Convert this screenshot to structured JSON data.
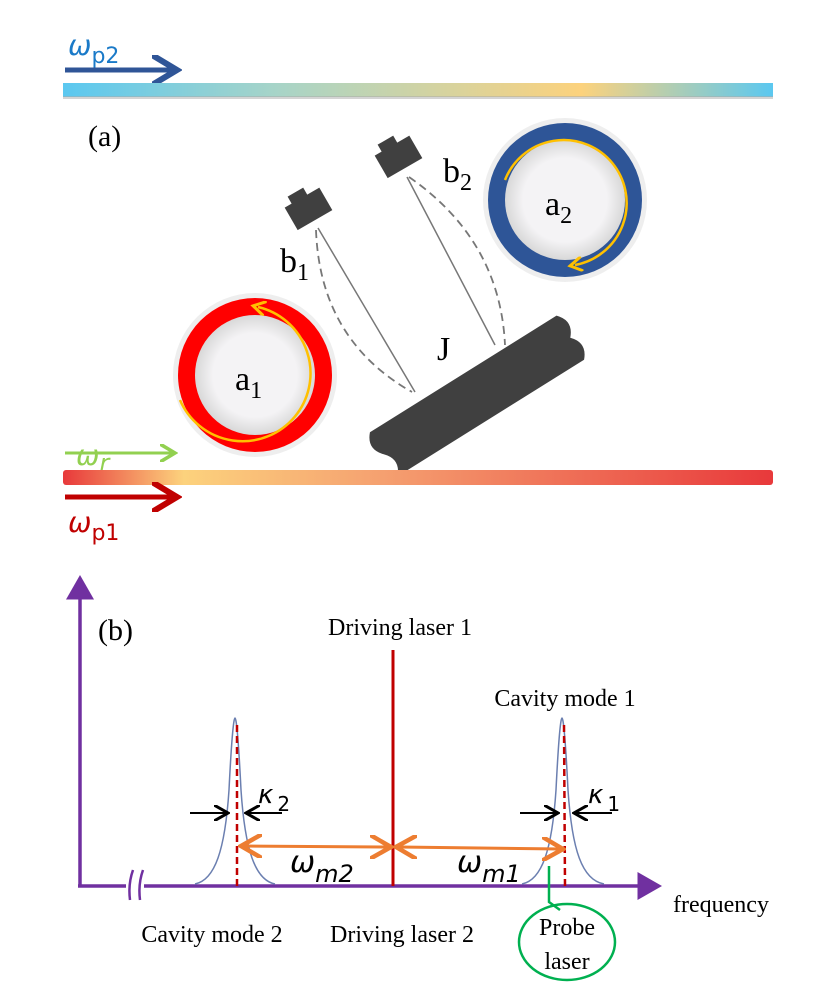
{
  "panel_a": {
    "label": "(a)",
    "pump2_label": {
      "main": "ω",
      "sub": "p2"
    },
    "probe_label": {
      "main": "ω",
      "sub": "r"
    },
    "pump1_label": {
      "main": "ω",
      "sub": "p1"
    },
    "cavity1_label": {
      "main": "a",
      "sub": "1"
    },
    "cavity2_label": {
      "main": "a",
      "sub": "2"
    },
    "mech1_label": {
      "main": "b",
      "sub": "1"
    },
    "mech2_label": {
      "main": "b",
      "sub": "2"
    },
    "coupling_label": "J"
  },
  "panel_b": {
    "label": "(b)",
    "x_axis_label": "frequency",
    "driving_laser_1": "Driving laser 1",
    "driving_laser_2": "Driving laser 2",
    "cavity_mode_1": "Cavity mode 1",
    "cavity_mode_2": "Cavity mode 2",
    "kappa1": {
      "main": "κ",
      "sub": "1"
    },
    "kappa2": {
      "main": "κ",
      "sub": "2"
    },
    "omega_m1": {
      "main": "ω",
      "sub": "m1"
    },
    "omega_m2": {
      "main": "ω",
      "sub": "m2"
    },
    "probe_laser": [
      "Probe",
      "laser"
    ]
  },
  "colors": {
    "pump2": "#2f5597",
    "pump2_text": "#1a7ac8",
    "probe": "#92d050",
    "pump1": "#c00000",
    "axis": "#7030a0",
    "detuning": "#ed7d31",
    "probe_circle": "#00b050",
    "cavity1": "#ff0000",
    "cavity2": "#2e5597"
  }
}
